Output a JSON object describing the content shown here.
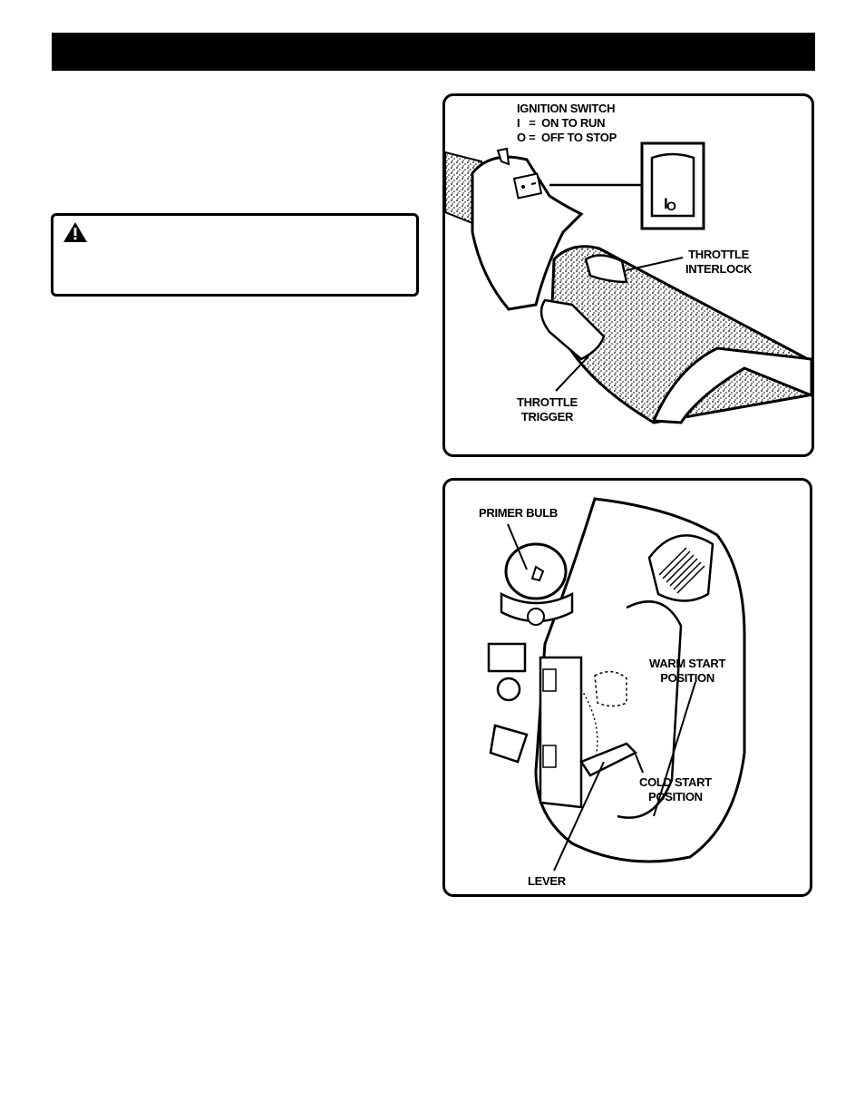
{
  "header": {
    "title": ""
  },
  "warning": {
    "icon": "warning-triangle-icon",
    "text": ""
  },
  "figure1": {
    "ignition": {
      "title": "IGNITION SWITCH",
      "on": "I   =  ON TO RUN",
      "off": "O =  OFF TO STOP"
    },
    "switch_on_symbol": "I",
    "switch_off_symbol": "O",
    "throttle_interlock": [
      "THROTTLE",
      "INTERLOCK"
    ],
    "throttle_trigger": [
      "THROTTLE",
      "TRIGGER"
    ]
  },
  "figure2": {
    "primer_bulb": "PRIMER BULB",
    "warm_start": [
      "WARM START",
      "POSITION"
    ],
    "cold_start": [
      "COLD START",
      "POSITION"
    ],
    "lever": "LEVER"
  }
}
